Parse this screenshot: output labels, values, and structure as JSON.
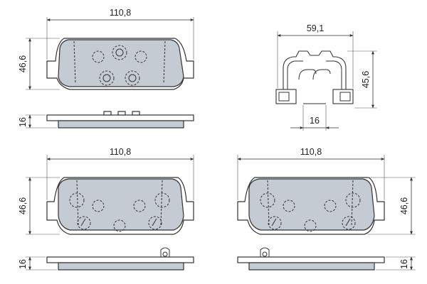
{
  "dimensions": {
    "top_pad_width": "110,8",
    "top_pad_height": "46,6",
    "top_pad_thickness": "16",
    "clip_width": "59,1",
    "clip_height": "45,6",
    "clip_thickness": "16",
    "bottom_left_width": "110,8",
    "bottom_left_height": "46,6",
    "bottom_left_thickness": "16",
    "bottom_right_width": "110,8",
    "bottom_right_height": "46,6",
    "bottom_right_thickness": "16"
  }
}
